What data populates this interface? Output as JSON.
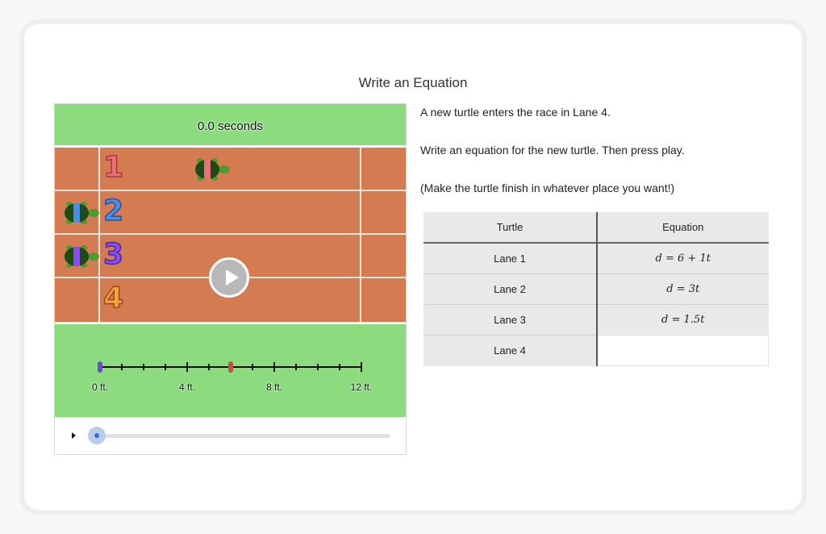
{
  "page": {
    "title": "Write an Equation"
  },
  "simulation": {
    "timer": "0.0 seconds",
    "lanes": [
      {
        "number": "1",
        "color": "#ec6f7a",
        "stroke": "#a23a3a",
        "turtle_stripe": "#ec6f7a",
        "turtle_position_ft": 6
      },
      {
        "number": "2",
        "color": "#4a8fe7",
        "stroke": "#2a4f9a",
        "turtle_stripe": "#4a8fe7",
        "turtle_position_ft": 0
      },
      {
        "number": "3",
        "color": "#8a4cf0",
        "stroke": "#4a2a9a",
        "turtle_stripe": "#8a4cf0",
        "turtle_position_ft": 0
      },
      {
        "number": "4",
        "color": "#f0a640",
        "stroke": "#a0461f",
        "turtle_stripe": null,
        "turtle_position_ft": null
      }
    ],
    "number_line": {
      "labels": [
        "0 ft.",
        "4 ft.",
        "8 ft.",
        "12 ft."
      ],
      "min": 0,
      "max": 12,
      "tick_step": 1,
      "markers": [
        {
          "value": 0,
          "color": "#6a4fc0"
        },
        {
          "value": 6,
          "color": "#c0504a"
        }
      ]
    },
    "playback": {
      "slider_value": 0
    }
  },
  "instructions": [
    "A new turtle enters the race in Lane 4.",
    "Write an equation for the new turtle. Then press play.",
    "(Make the turtle finish in whatever place you want!)"
  ],
  "table": {
    "headers": [
      "Turtle",
      "Equation"
    ],
    "rows": [
      {
        "turtle": "Lane 1",
        "equation": "d = 6 + 1t"
      },
      {
        "turtle": "Lane 2",
        "equation": "d = 3t"
      },
      {
        "turtle": "Lane 3",
        "equation": "d = 1.5t"
      },
      {
        "turtle": "Lane 4",
        "equation": ""
      }
    ]
  }
}
